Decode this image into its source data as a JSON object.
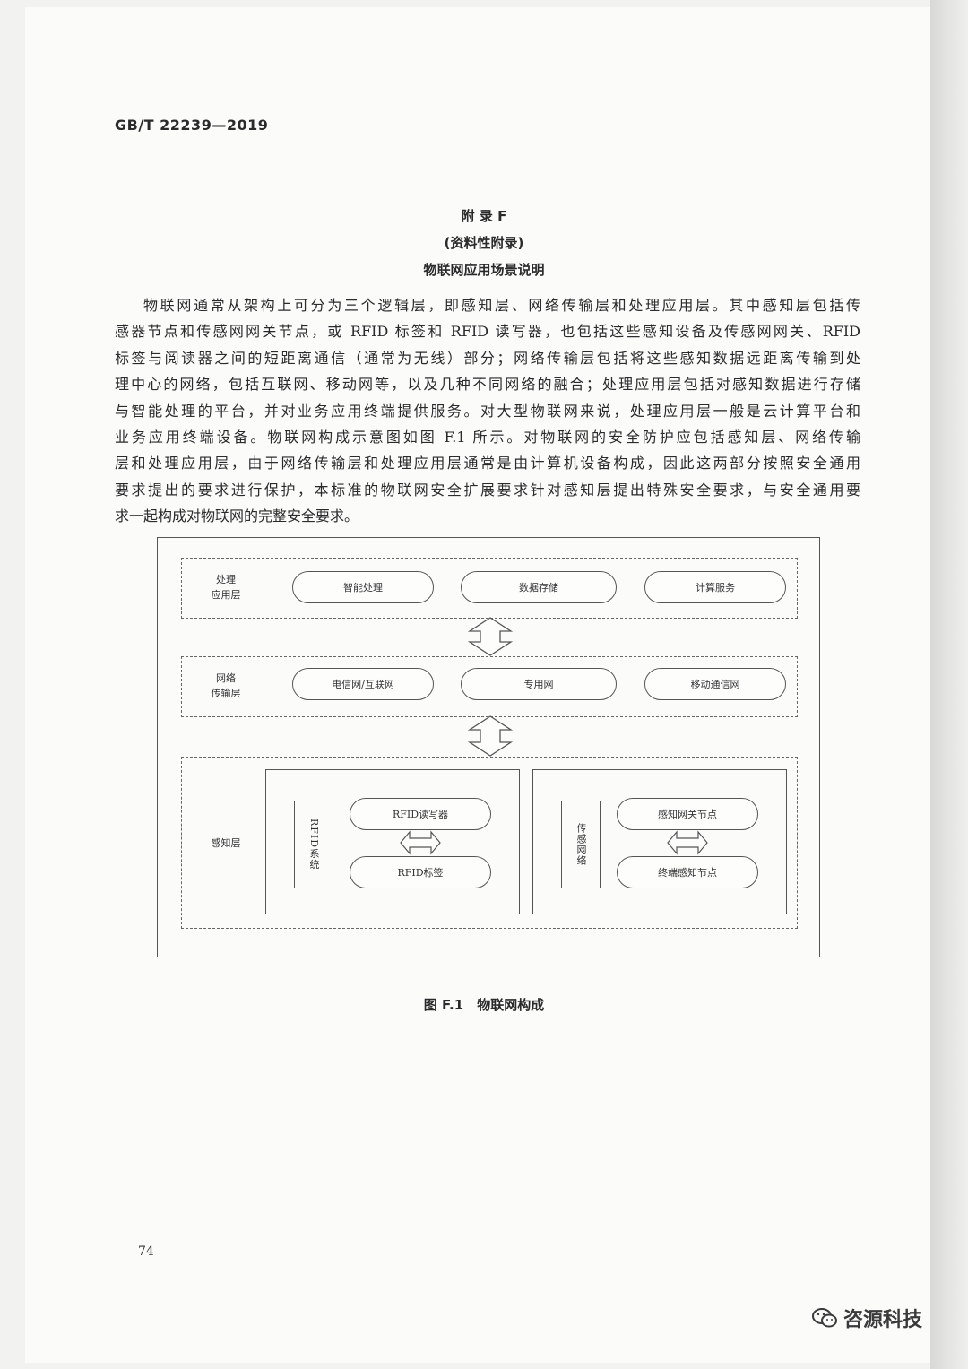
{
  "header": {
    "doc_code": "GB/T 22239—2019"
  },
  "appendix": {
    "title": "附 录 F",
    "type": "(资料性附录)",
    "heading": "物联网应用场景说明"
  },
  "body_lines": [
    "物联网通常从架构上可分为三个逻辑层，即感知层、网络传输层和处理应用层。其中感知层包括传",
    "感器节点和传感网网关节点，或 RFID 标签和 RFID 读写器，也包括这些感知设备及传感网网关、RFID",
    "标签与阅读器之间的短距离通信（通常为无线）部分；网络传输层包括将这些感知数据远距离传输到处",
    "理中心的网络，包括互联网、移动网等，以及几种不同网络的融合；处理应用层包括对感知数据进行存储",
    "与智能处理的平台，并对业务应用终端提供服务。对大型物联网来说，处理应用层一般是云计算平台和",
    "业务应用终端设备。物联网构成示意图如图 F.1 所示。对物联网的安全防护应包括感知层、网络传输",
    "层和处理应用层，由于网络传输层和处理应用层通常是由计算机设备构成，因此这两部分按照安全通用",
    "要求提出的要求进行保护，本标准的物联网安全扩展要求针对感知层提出特殊安全要求，与安全通用要",
    "求一起构成对物联网的完整安全要求。"
  ],
  "figure": {
    "processing_layer": {
      "label_line1": "处理",
      "label_line2": "应用层",
      "items": [
        "智能处理",
        "数据存储",
        "计算服务"
      ]
    },
    "network_layer": {
      "label_line1": "网络",
      "label_line2": "传输层",
      "items": [
        "电信网/互联网",
        "专用网",
        "移动通信网"
      ]
    },
    "perception_layer": {
      "label": "感知层",
      "rfid": {
        "system_label": "RFID系统",
        "reader": "RFID读写器",
        "tag": "RFID标签"
      },
      "sensor": {
        "network_label": "传感网络",
        "gateway": "感知网关节点",
        "terminal": "终端感知节点"
      }
    },
    "caption": "图 F.1　物联网构成"
  },
  "footer": {
    "page_number": "74",
    "watermark": "咨源科技"
  }
}
